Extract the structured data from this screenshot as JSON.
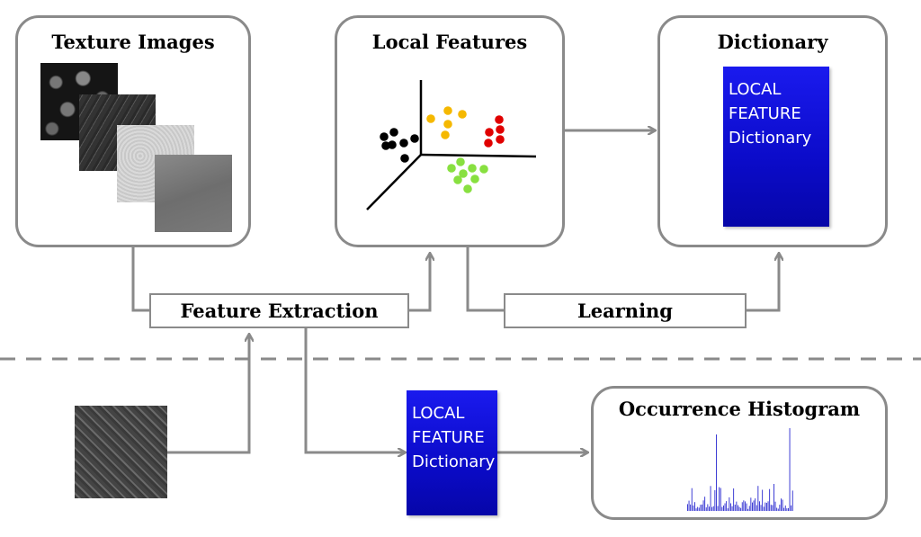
{
  "panels": {
    "texture_images": {
      "title": "Texture Images"
    },
    "local_features": {
      "title": "Local Features"
    },
    "dictionary": {
      "title": "Dictionary"
    },
    "occurrence_histogram": {
      "title": "Occurrence Histogram"
    }
  },
  "process_labels": {
    "feature_extraction": "Feature Extraction",
    "learning": "Learning"
  },
  "dictionary_card": {
    "line1": "LOCAL",
    "line2": "FEATURE",
    "line3": "Dictionary"
  },
  "colors": {
    "border": "#8a8a8a",
    "dictionary_blue": "#0b0bc8",
    "cluster_black": "#000000",
    "cluster_yellow": "#f5b800",
    "cluster_red": "#e00000",
    "cluster_green": "#88e040",
    "histogram_bar": "#2a2ad0"
  },
  "icons": {
    "scatter": "3d-cluster-scatter-icon",
    "texture": "texture-swatch-icon"
  }
}
